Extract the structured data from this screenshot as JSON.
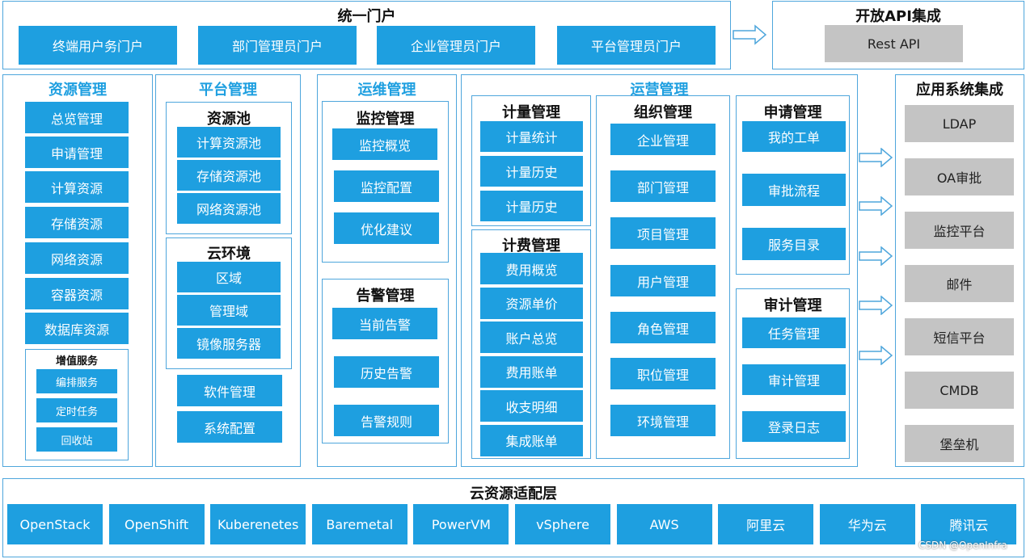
{
  "portal": {
    "title": "统一门户",
    "items": [
      "终端用户务门户",
      "部门管理员门户",
      "企业管理员门户",
      "平台管理员门户"
    ]
  },
  "api": {
    "title": "开放API集成",
    "item": "Rest API"
  },
  "resource": {
    "title": "资源管理",
    "items": [
      "总览管理",
      "申请管理",
      "计算资源",
      "存储资源",
      "网络资源",
      "容器资源",
      "数据库资源"
    ],
    "value_added": {
      "title": "增值服务",
      "items": [
        "编排服务",
        "定时任务",
        "回收站"
      ]
    }
  },
  "platform": {
    "title": "平台管理",
    "pool": {
      "title": "资源池",
      "items": [
        "计算资源池",
        "存储资源池",
        "网络资源池"
      ]
    },
    "cloud": {
      "title": "云环境",
      "items": [
        "区域",
        "管理域",
        "镜像服务器"
      ]
    },
    "items": [
      "软件管理",
      "系统配置"
    ]
  },
  "ops": {
    "title": "运维管理",
    "monitor": {
      "title": "监控管理",
      "items": [
        "监控概览",
        "监控配置",
        "优化建议"
      ]
    },
    "alarm": {
      "title": "告警管理",
      "items": [
        "当前告警",
        "历史告警",
        "告警规则"
      ]
    }
  },
  "operation": {
    "title": "运营管理",
    "metering": {
      "title": "计量管理",
      "items": [
        "计量统计",
        "计量历史",
        "计量历史"
      ]
    },
    "billing": {
      "title": "计费管理",
      "items": [
        "费用概览",
        "资源单价",
        "账户总览",
        "费用账单",
        "收支明细",
        "集成账单"
      ]
    },
    "org": {
      "title": "组织管理",
      "items": [
        "企业管理",
        "部门管理",
        "项目管理",
        "用户管理",
        "角色管理",
        "职位管理",
        "环境管理"
      ]
    },
    "apply": {
      "title": "申请管理",
      "items": [
        "我的工单",
        "审批流程",
        "服务目录"
      ]
    },
    "audit": {
      "title": "审计管理",
      "items": [
        "任务管理",
        "审计管理",
        "登录日志"
      ]
    }
  },
  "integration": {
    "title": "应用系统集成",
    "items": [
      "LDAP",
      "OA审批",
      "监控平台",
      "邮件",
      "短信平台",
      "CMDB",
      "堡垒机"
    ]
  },
  "adapter": {
    "title": "云资源适配层",
    "items": [
      "OpenStack",
      "OpenShift",
      "Kuberenetes",
      "Baremetal",
      "PowerVM",
      "vSphere",
      "AWS",
      "阿里云",
      "华为云",
      "腾讯云"
    ]
  },
  "watermark": "CSDN @OpenInfra",
  "colors": {
    "accent": "#1e9fe0",
    "border": "#4ea6dc",
    "gray": "#c4c4c4"
  }
}
